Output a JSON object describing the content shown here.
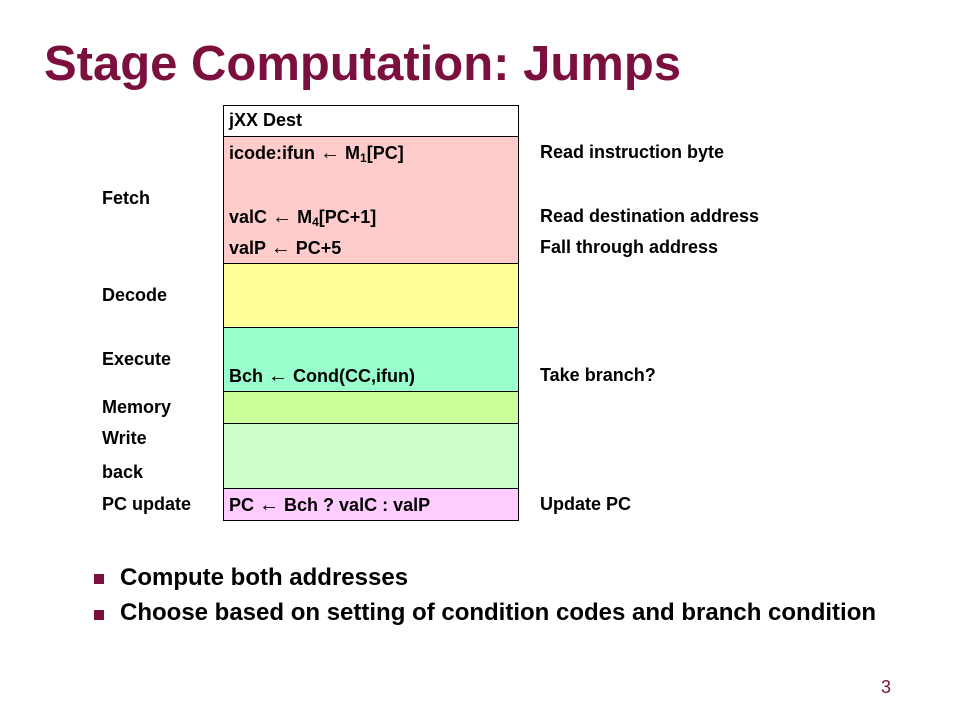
{
  "slide": {
    "title": "Stage Computation: Jumps",
    "page_number": "3"
  },
  "colors": {
    "title": "#7b0f3e",
    "header": "#ffffff",
    "fetch": "#ffcccc",
    "decode": "#ffff99",
    "execute": "#99ffcc",
    "memory": "#ccff99",
    "writeback": "#ccffcc",
    "pc_update": "#ffccff"
  },
  "table": {
    "header": "jXX Dest",
    "stages": {
      "fetch": "Fetch",
      "decode": "Decode",
      "execute": "Execute",
      "memory": "Memory",
      "write_line1": "Write",
      "write_line2": "back",
      "pc_update": "PC update"
    },
    "fetch_op1": {
      "lhs": "icode:ifun",
      "arrow": "←",
      "rhs_pre": "M",
      "rhs_sub": "1",
      "rhs_post": "[PC]"
    },
    "fetch_op2": {
      "lhs": "valC",
      "arrow": "←",
      "rhs_pre": "M",
      "rhs_sub": "4",
      "rhs_post": "[PC+1]"
    },
    "fetch_op3": {
      "lhs": "valP",
      "arrow": "←",
      "rhs": "PC+5"
    },
    "execute_op": {
      "lhs": "Bch",
      "arrow": "←",
      "rhs": "Cond(CC,ifun)"
    },
    "pc_op": {
      "lhs": "PC",
      "arrow": "←",
      "rhs": "Bch ? valC : valP"
    },
    "notes": {
      "fetch1": "Read instruction byte",
      "fetch2": "Read destination address",
      "fetch3": "Fall through address",
      "execute": "Take branch?",
      "pc_update": "Update PC"
    }
  },
  "bullets": [
    "Compute both addresses",
    "Choose based on setting of condition codes and branch condition"
  ]
}
